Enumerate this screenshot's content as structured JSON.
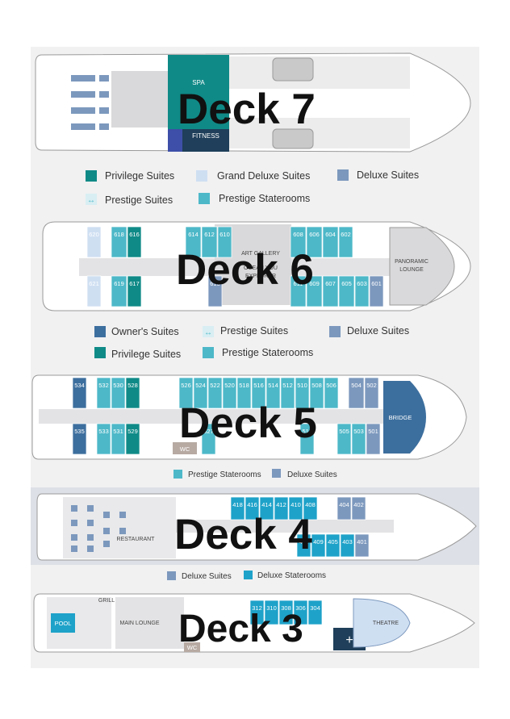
{
  "colors": {
    "privilege_suites": "#0f8a87",
    "grand_deluxe_suites": "#cfdff2",
    "deluxe_suites": "#7c98bd",
    "prestige_suites": "#5cc1cf",
    "prestige_staterooms": "#4db8c8",
    "owners_suites": "#3d6f9e",
    "deluxe_staterooms": "#1ea2c9",
    "hull": "#ffffff",
    "deck_floor": "#d9d9db",
    "dark_navy": "#1f3f5a"
  },
  "deck7": {
    "title": "Deck 7",
    "spa": "SPA",
    "fitness": "FITNESS",
    "legend": {
      "privilege_suites": "Privilege Suites",
      "grand_deluxe_suites": "Grand Deluxe Suites",
      "deluxe_suites": "Deluxe Suites",
      "prestige_suites": "Prestige Suites",
      "prestige_staterooms": "Prestige Staterooms"
    }
  },
  "deck6": {
    "title": "Deck 6",
    "top_cabins": [
      "620",
      "618",
      "616",
      "614",
      "612",
      "610",
      "608",
      "606",
      "604",
      "602"
    ],
    "bottom_cabins": [
      "621",
      "619",
      "617",
      "615",
      "611",
      "609",
      "607",
      "605",
      "603",
      "601"
    ],
    "art_gallery": "ART GALLERY",
    "ocean": "OCEAN YOU",
    "explorer": "EXPLORER",
    "panoramic": "PANORAMIC",
    "lounge": "LOUNGE",
    "legend": {
      "owners_suites": "Owner's Suites",
      "prestige_suites": "Prestige Suites",
      "deluxe_suites": "Deluxe Suites",
      "privilege_suites": "Privilege Suites",
      "prestige_staterooms": "Prestige Staterooms"
    }
  },
  "deck5": {
    "title": "Deck 5",
    "top_cabins": [
      "534",
      "532",
      "530",
      "528",
      "526",
      "524",
      "522",
      "520",
      "518",
      "516",
      "514",
      "512",
      "510",
      "508",
      "506",
      "504",
      "502"
    ],
    "bottom_cabins": [
      "535",
      "533",
      "531",
      "529",
      "527",
      "511",
      "505",
      "503",
      "501"
    ],
    "bridge": "BRIDGE",
    "wc": "WC",
    "legend": {
      "prestige_staterooms": "Prestige Staterooms",
      "deluxe_suites": "Deluxe Suites"
    }
  },
  "deck4": {
    "title": "Deck 4",
    "top_cabins": [
      "418",
      "416",
      "414",
      "412",
      "410",
      "408",
      "404",
      "402"
    ],
    "bottom_cabins": [
      "411",
      "409",
      "405",
      "403",
      "401"
    ],
    "restaurant": "RESTAURANT",
    "legend": {
      "deluxe_suites": "Deluxe Suites",
      "deluxe_staterooms": "Deluxe Staterooms"
    }
  },
  "deck3": {
    "title": "Deck 3",
    "top_cabins": [
      "312",
      "310",
      "308",
      "306",
      "304"
    ],
    "pool": "POOL",
    "grill": "GRILL",
    "main_lounge": "MAIN LOUNGE",
    "theatre": "THEATRE",
    "wc": "WC"
  }
}
